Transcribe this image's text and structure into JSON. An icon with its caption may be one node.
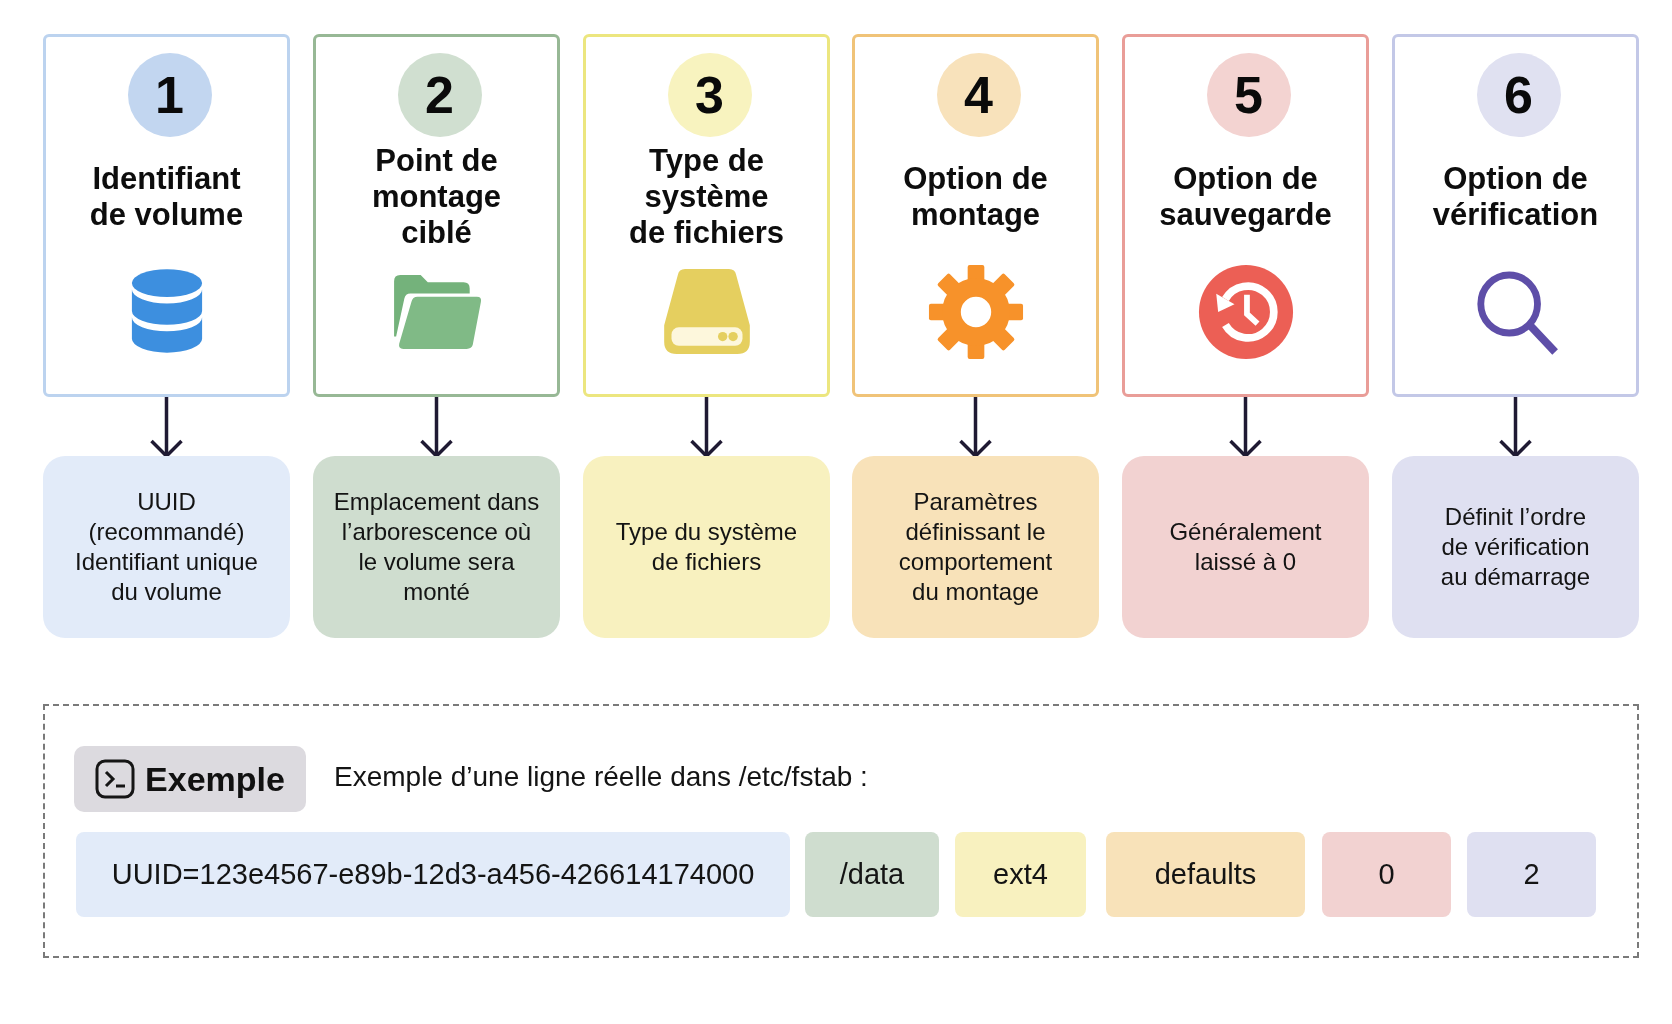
{
  "diagram": {
    "nodes": [
      {
        "text": [
          "Identifiant de volume"
        ]
      },
      {
        "text": [
          "1"
        ],
        "in": 0
      },
      {
        "text": [
          "Point de montage ciblé"
        ]
      },
      {
        "text": [
          "2"
        ],
        "in": 2
      },
      {
        "text": [
          "Type de système de fichiers"
        ]
      },
      {
        "text": [
          "3"
        ],
        "in": 4
      },
      {
        "text": [
          "Option de montage"
        ]
      },
      {
        "text": [
          "4"
        ],
        "in": 6
      },
      {
        "text": [
          "Option de sauvegarde"
        ]
      },
      {
        "text": [
          "5"
        ],
        "in": 8
      },
      {
        "text": [
          "Option de vérification"
        ]
      },
      {
        "text": [
          "6"
        ],
        "in": 10
      },
      {
        "text": [
          "UUID (recommandé) Identifiant unique du volume"
        ]
      },
      {
        "text": [
          "Emplacement dans l’arborescence où le volume sera monté"
        ]
      },
      {
        "text": [
          "Type du système de fichiers"
        ]
      },
      {
        "text": [
          "Paramètres définissant le comportement du montage"
        ]
      },
      {
        "text": [
          "Généralement laissé à 0"
        ]
      },
      {
        "text": [
          "Définit l’ordre de vérification au démarrage"
        ]
      },
      {
        "text": [
          "Exemple d’une ligne réelle dans /etc/fstab :"
        ]
      },
      {
        "text": [
          "Exemple"
        ],
        "in": 18
      },
      {
        "text": [
          "UUID=123e4567-e89b-12d3-a456-426614174000"
        ],
        "in": 18
      },
      {
        "text": [
          "/data"
        ],
        "in": 18
      },
      {
        "text": [
          "ext4"
        ],
        "in": 18
      },
      {
        "text": [
          "defaults"
        ],
        "in": 18
      },
      {
        "text": [
          "0"
        ],
        "in": 18
      },
      {
        "text": [
          "2"
        ],
        "in": 18
      }
    ],
    "edges": [
      {
        "from": 0,
        "to": 12,
        "arrow": "to"
      },
      {
        "from": 2,
        "to": 13,
        "arrow": "to"
      },
      {
        "from": 4,
        "to": 14,
        "arrow": "to"
      },
      {
        "from": 6,
        "to": 15,
        "arrow": "to"
      },
      {
        "from": 8,
        "to": 16,
        "arrow": "to"
      },
      {
        "from": 10,
        "to": 17,
        "arrow": "to"
      }
    ]
  }
}
